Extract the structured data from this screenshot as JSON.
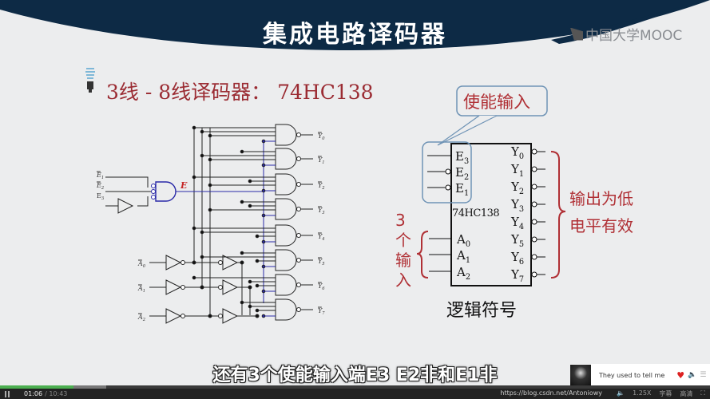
{
  "banner": {
    "title": "集成电路译码器",
    "color": "#0d2a45"
  },
  "logo": {
    "text": "中国大学MOOC"
  },
  "slide": {
    "title": "3线 - 8线译码器： 74HC138",
    "title_color": "#9b2c33",
    "circuit": {
      "enable_inputs": [
        "E1",
        "E2",
        "E3"
      ],
      "enable_output": "E",
      "address_inputs": [
        "A0",
        "A1",
        "A2"
      ],
      "outputs": [
        "Y0",
        "Y1",
        "Y2",
        "Y3",
        "Y4",
        "Y5",
        "Y6",
        "Y7"
      ]
    },
    "symbol": {
      "callout": "使能输入",
      "chip_name": "74HC138",
      "enable_pins": [
        "E3",
        "E2",
        "E1"
      ],
      "address_pins": [
        "A0",
        "A1",
        "A2"
      ],
      "output_pins": [
        "Y0",
        "Y1",
        "Y2",
        "Y3",
        "Y4",
        "Y5",
        "Y6",
        "Y7"
      ],
      "inputs_note": [
        "3",
        "个",
        "输",
        "入"
      ],
      "outputs_note_line1": "输出为低",
      "outputs_note_line2": "电平有效",
      "caption": "逻辑符号"
    }
  },
  "player": {
    "subtitle": "还有3个使能输入端E3 E2非和E1非",
    "current_time": "01:06",
    "duration": "10:43",
    "progress_percent": 10.3,
    "speed": "1.25X",
    "controls": [
      "字幕",
      "高清"
    ],
    "watermark": "https://blog.csdn.net/Antoniowy",
    "music": {
      "song": "They used to tell me"
    }
  }
}
